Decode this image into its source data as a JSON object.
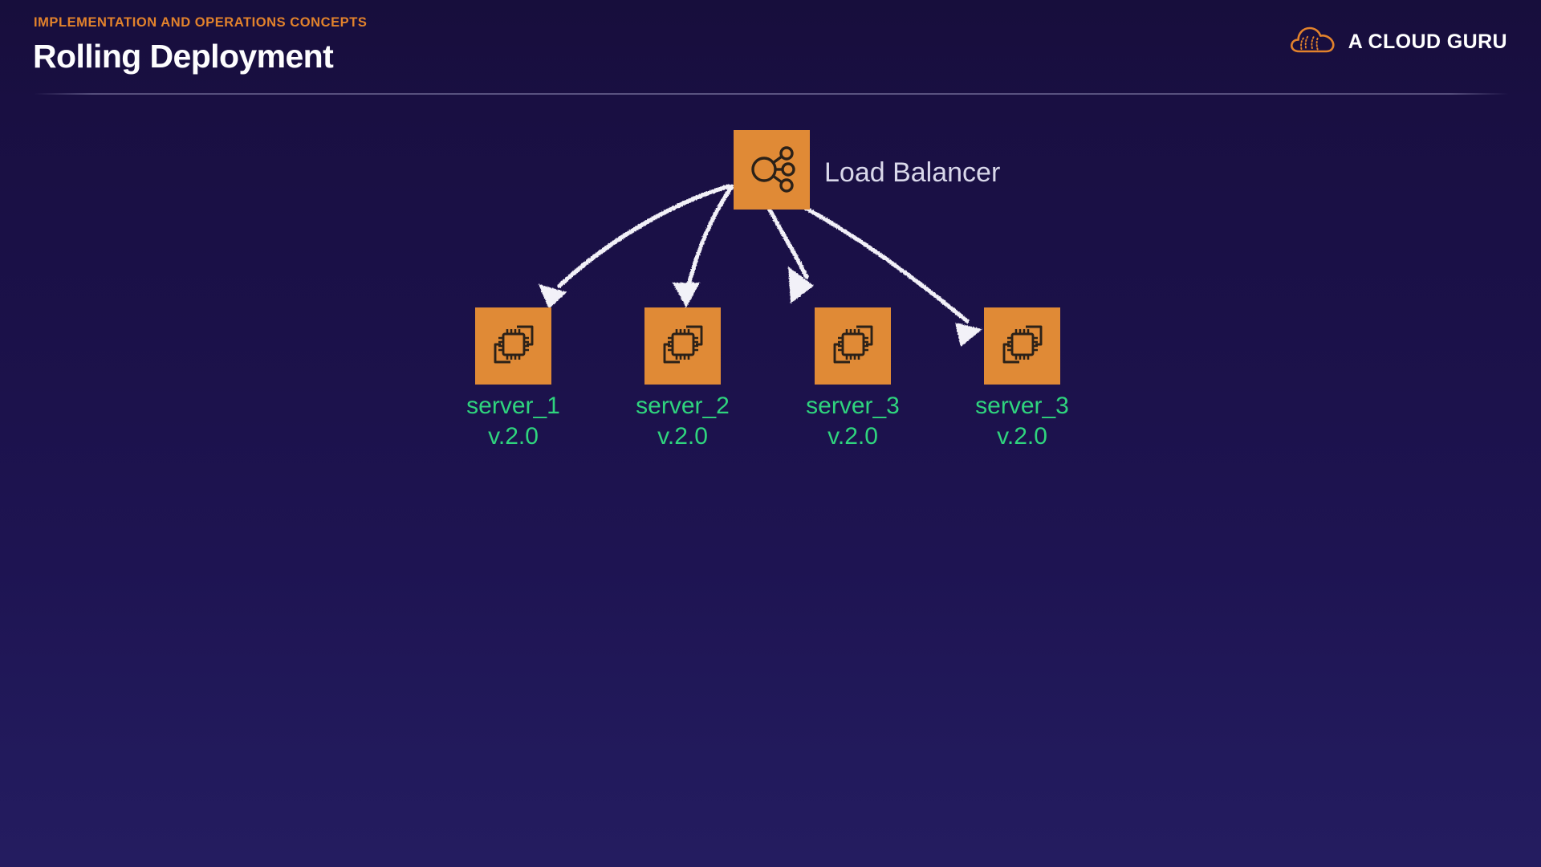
{
  "header": {
    "eyebrow": "IMPLEMENTATION AND OPERATIONS CONCEPTS",
    "title": "Rolling Deployment",
    "divider_color": "#a9a6cd"
  },
  "brand": {
    "name": "A CLOUD GURU",
    "logo_icon": "cloud-icon",
    "logo_color": "#e2822c",
    "text_color": "#ffffff"
  },
  "theme": {
    "background_top": "#170e3c",
    "background_bottom": "#241c60",
    "tile_color": "#e08a36",
    "tile_icon_color": "#2b2118",
    "accent_orange": "#e2822c",
    "label_green": "#2fd47e",
    "label_light": "#d9d8ea",
    "arrow_color": "#f2f1f8"
  },
  "diagram": {
    "type": "rolling-deployment-topology",
    "load_balancer": {
      "label": "Load Balancer",
      "icon": "load-balancer-icon"
    },
    "servers": [
      {
        "name": "server_1",
        "version": "v.2.0",
        "icon": "server-chip-icon"
      },
      {
        "name": "server_2",
        "version": "v.2.0",
        "icon": "server-chip-icon"
      },
      {
        "name": "server_3",
        "version": "v.2.0",
        "icon": "server-chip-icon"
      },
      {
        "name": "server_3",
        "version": "v.2.0",
        "icon": "server-chip-icon"
      }
    ],
    "connections": [
      {
        "from": "Load Balancer",
        "to": "server_1",
        "style": "hand-drawn-arrow"
      },
      {
        "from": "Load Balancer",
        "to": "server_2",
        "style": "hand-drawn-arrow"
      },
      {
        "from": "Load Balancer",
        "to": "server_3",
        "style": "hand-drawn-arrow"
      },
      {
        "from": "Load Balancer",
        "to": "server_3",
        "style": "hand-drawn-arrow"
      }
    ]
  }
}
